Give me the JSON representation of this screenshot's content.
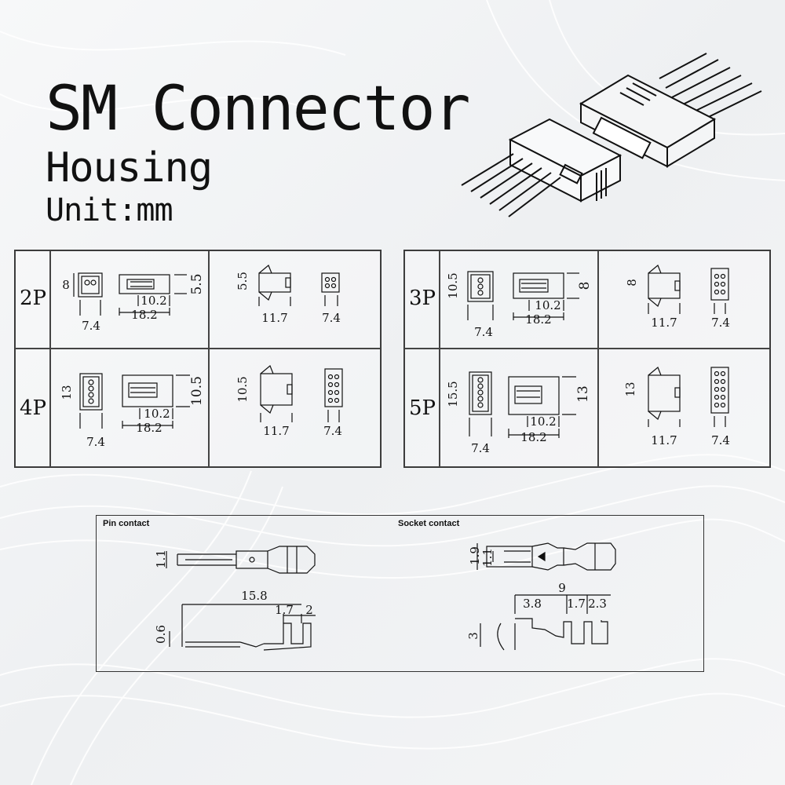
{
  "header": {
    "title": "SM Connector",
    "subtitle": "Housing",
    "unit": "Unit:mm"
  },
  "table_left": {
    "rows": [
      {
        "label": "2P",
        "front_height": "8",
        "side_length": "18.2",
        "side_inner": "10.2",
        "side_height": "5.5",
        "front_width": "7.4",
        "male_height": "5.5",
        "male_length": "11.7",
        "male_end_width": "7.4"
      },
      {
        "label": "4P",
        "front_height": "13",
        "side_length": "18.2",
        "side_inner": "10.2",
        "side_height": "10.5",
        "front_width": "7.4",
        "male_height": "10.5",
        "male_length": "11.7",
        "male_end_width": "7.4"
      }
    ]
  },
  "table_right": {
    "rows": [
      {
        "label": "3P",
        "front_height": "10.5",
        "side_length": "18.2",
        "side_inner": "10.2",
        "side_height": "8",
        "front_width": "7.4",
        "male_height": "8",
        "male_length": "11.7",
        "male_end_width": "7.4"
      },
      {
        "label": "5P",
        "front_height": "15.5",
        "side_length": "18.2",
        "side_inner": "10.2",
        "side_height": "13",
        "front_width": "7.4",
        "male_height": "13",
        "male_length": "11.7",
        "male_end_width": "7.4"
      }
    ]
  },
  "contacts": {
    "pin": {
      "title": "Pin contact",
      "dia": "1.1",
      "length": "15.8",
      "thickness": "0.6",
      "crimp1": "1.7",
      "crimp2": "2"
    },
    "socket": {
      "title": "Socket contact",
      "dia": "1.9",
      "inner": "1.1",
      "length": "9",
      "d1": "3.8",
      "d2": "1.7",
      "d3": "2.3",
      "height": "3"
    }
  }
}
